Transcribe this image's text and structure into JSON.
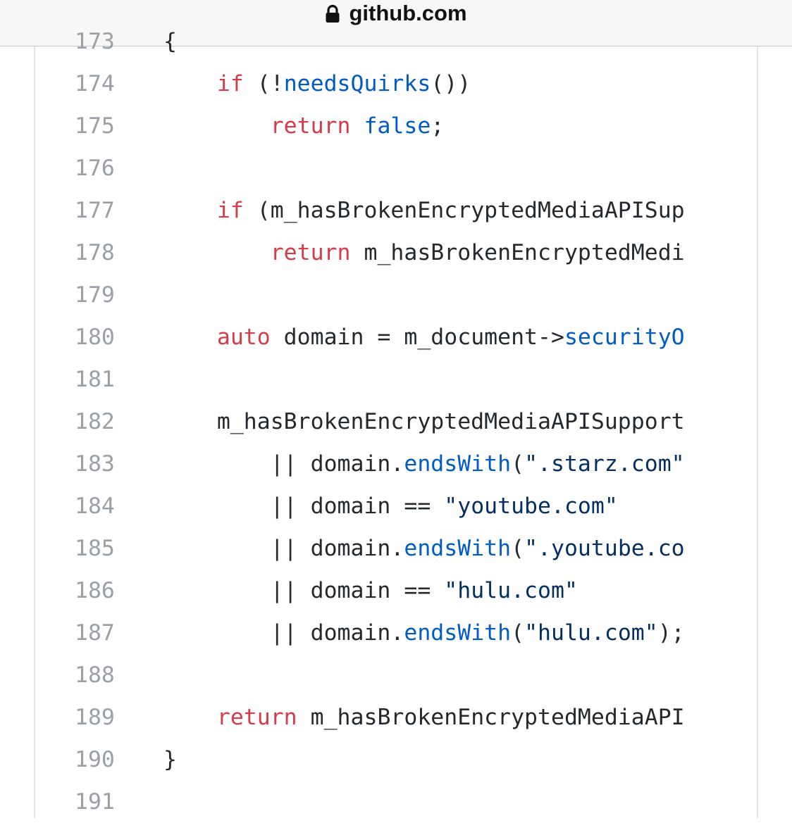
{
  "browser": {
    "url": "github.com",
    "lock_icon": "lock-icon"
  },
  "code": {
    "lines": [
      {
        "num": "173",
        "tokens": [
          {
            "t": "{",
            "k": "plain"
          }
        ]
      },
      {
        "num": "174",
        "tokens": [
          {
            "t": "    ",
            "k": "plain"
          },
          {
            "t": "if",
            "k": "kw"
          },
          {
            "t": " (!",
            "k": "plain"
          },
          {
            "t": "needsQuirks",
            "k": "fn"
          },
          {
            "t": "())",
            "k": "plain"
          }
        ]
      },
      {
        "num": "175",
        "tokens": [
          {
            "t": "        ",
            "k": "plain"
          },
          {
            "t": "return",
            "k": "kw"
          },
          {
            "t": " ",
            "k": "plain"
          },
          {
            "t": "false",
            "k": "const"
          },
          {
            "t": ";",
            "k": "plain"
          }
        ]
      },
      {
        "num": "176",
        "tokens": []
      },
      {
        "num": "177",
        "tokens": [
          {
            "t": "    ",
            "k": "plain"
          },
          {
            "t": "if",
            "k": "kw"
          },
          {
            "t": " (m_hasBrokenEncryptedMediaAPISup",
            "k": "plain"
          }
        ]
      },
      {
        "num": "178",
        "tokens": [
          {
            "t": "        ",
            "k": "plain"
          },
          {
            "t": "return",
            "k": "kw"
          },
          {
            "t": " m_hasBrokenEncryptedMedi",
            "k": "plain"
          }
        ]
      },
      {
        "num": "179",
        "tokens": []
      },
      {
        "num": "180",
        "tokens": [
          {
            "t": "    ",
            "k": "plain"
          },
          {
            "t": "auto",
            "k": "kw"
          },
          {
            "t": " domain = m_document->",
            "k": "plain"
          },
          {
            "t": "securityO",
            "k": "fn"
          }
        ]
      },
      {
        "num": "181",
        "tokens": []
      },
      {
        "num": "182",
        "tokens": [
          {
            "t": "    m_hasBrokenEncryptedMediaAPISupport",
            "k": "plain"
          }
        ]
      },
      {
        "num": "183",
        "tokens": [
          {
            "t": "        || domain.",
            "k": "plain"
          },
          {
            "t": "endsWith",
            "k": "fn"
          },
          {
            "t": "(",
            "k": "plain"
          },
          {
            "t": "\".starz.com\"",
            "k": "str"
          }
        ]
      },
      {
        "num": "184",
        "tokens": [
          {
            "t": "        || domain == ",
            "k": "plain"
          },
          {
            "t": "\"youtube.com\"",
            "k": "str"
          }
        ]
      },
      {
        "num": "185",
        "tokens": [
          {
            "t": "        || domain.",
            "k": "plain"
          },
          {
            "t": "endsWith",
            "k": "fn"
          },
          {
            "t": "(",
            "k": "plain"
          },
          {
            "t": "\".youtube.co",
            "k": "str"
          }
        ]
      },
      {
        "num": "186",
        "tokens": [
          {
            "t": "        || domain == ",
            "k": "plain"
          },
          {
            "t": "\"hulu.com\"",
            "k": "str"
          }
        ]
      },
      {
        "num": "187",
        "tokens": [
          {
            "t": "        || domain.",
            "k": "plain"
          },
          {
            "t": "endsWith",
            "k": "fn"
          },
          {
            "t": "(",
            "k": "plain"
          },
          {
            "t": "\"hulu.com\"",
            "k": "str"
          },
          {
            "t": ");",
            "k": "plain"
          }
        ]
      },
      {
        "num": "188",
        "tokens": []
      },
      {
        "num": "189",
        "tokens": [
          {
            "t": "    ",
            "k": "plain"
          },
          {
            "t": "return",
            "k": "kw"
          },
          {
            "t": " m_hasBrokenEncryptedMediaAPI",
            "k": "plain"
          }
        ]
      },
      {
        "num": "190",
        "tokens": [
          {
            "t": "}",
            "k": "plain"
          }
        ]
      },
      {
        "num": "191",
        "tokens": []
      }
    ]
  },
  "colors": {
    "keyword": "#d73a49",
    "function": "#005cc5",
    "string": "#032f62",
    "plain": "#24292e",
    "line_number": "#9aa0a6"
  }
}
